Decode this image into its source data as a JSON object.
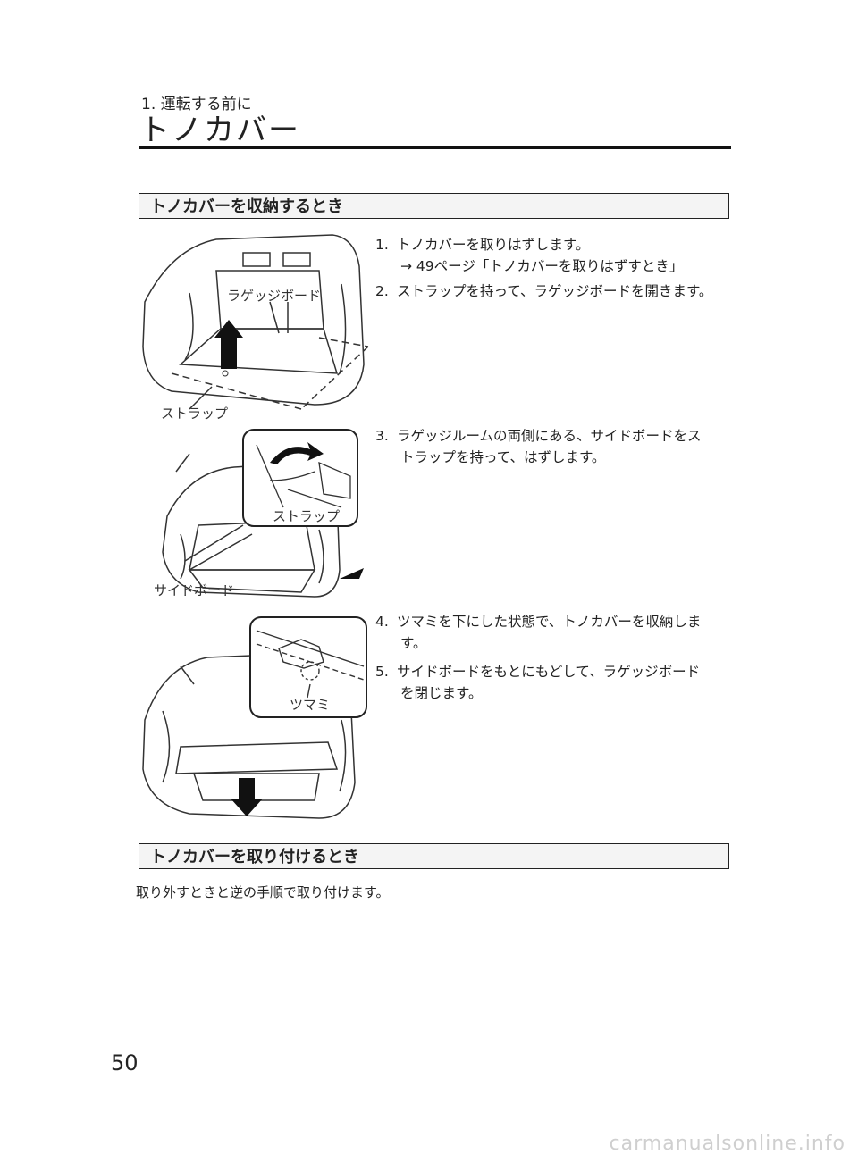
{
  "header": {
    "chapter": "1. 運転する前に",
    "title": "トノカバー"
  },
  "section1": {
    "heading": "トノカバーを収納するとき",
    "steps": [
      {
        "num": "1.",
        "text": "トノカバーを取りはずします。",
        "ref": "→ 49ページ「トノカバーを取りはずすとき」"
      },
      {
        "num": "2.",
        "text": "ストラップを持って、ラゲッジボードを開きます。"
      },
      {
        "num": "3.",
        "text": "ラゲッジルームの両側にある、サイドボードをス",
        "text2": "トラップを持って、はずします。"
      },
      {
        "num": "4.",
        "text": "ツマミを下にした状態で、トノカバーを収納しま",
        "text2": "す。"
      },
      {
        "num": "5.",
        "text": "サイドボードをもとにもどして、ラゲッジボード",
        "text2": "を閉じます。"
      }
    ],
    "figure1": {
      "label_board": "ラゲッジボード",
      "label_strap": "ストラップ"
    },
    "figure2": {
      "label_strap": "ストラップ",
      "label_sideboard": "サイドボード"
    },
    "figure3": {
      "label_knob": "ツマミ"
    }
  },
  "section2": {
    "heading": "トノカバーを取り付けるとき",
    "body": "取り外すときと逆の手順で取り付けます。"
  },
  "page_number": "50",
  "footer": "carmanualsonline.info"
}
